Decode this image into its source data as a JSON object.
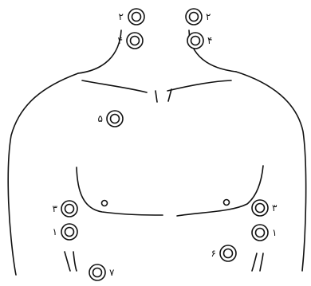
{
  "diagram": {
    "electrodes": [
      {
        "id": "neck-left-upper",
        "label": "٢",
        "label_side": "left"
      },
      {
        "id": "neck-left-lower",
        "label": "۴",
        "label_side": "left"
      },
      {
        "id": "neck-right-upper",
        "label": "٢",
        "label_side": "right"
      },
      {
        "id": "neck-right-lower",
        "label": "۴",
        "label_side": "right"
      },
      {
        "id": "chest-center",
        "label": "۵",
        "label_side": "left"
      },
      {
        "id": "torso-left-upper",
        "label": "٣",
        "label_side": "left"
      },
      {
        "id": "torso-left-lower",
        "label": "١",
        "label_side": "left"
      },
      {
        "id": "torso-right-upper",
        "label": "٣",
        "label_side": "right"
      },
      {
        "id": "torso-right-lower",
        "label": "١",
        "label_side": "right"
      },
      {
        "id": "abdomen-right",
        "label": "۶",
        "label_side": "left"
      },
      {
        "id": "abdomen-bottom",
        "label": "٧",
        "label_side": "right"
      }
    ]
  }
}
